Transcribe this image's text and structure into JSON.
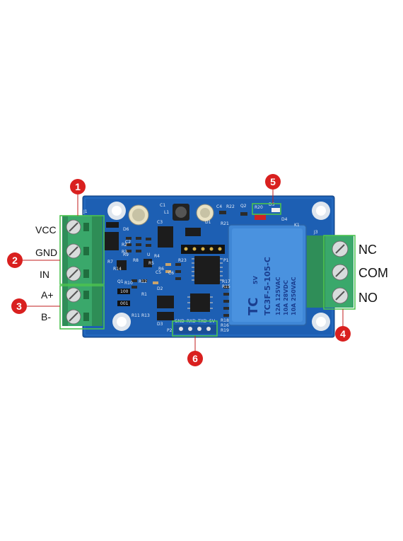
{
  "board": {
    "colors": {
      "pcb": "#1d5fb3",
      "terminal": "#3aa86b",
      "relay": "#3f87d6",
      "callout": "#d9201f",
      "highlight": "#4cc34f"
    },
    "silkscreen": {
      "j1": "J1",
      "j3": "J3",
      "k1": "K1",
      "p1": "P1",
      "p2": "P2",
      "c1": "C1",
      "c2": "C2",
      "c3": "C3",
      "c4": "C4",
      "c5": "C5",
      "c6": "C6",
      "d1": "D1",
      "d2": "D2",
      "d3": "D3",
      "d4": "D4",
      "d5": "D5",
      "d6": "D6",
      "l1": "L1",
      "q1": "Q1",
      "q2": "Q2",
      "r1": "R1",
      "r2": "R2",
      "r3": "R3",
      "r4": "R4",
      "r5": "R5",
      "r6": "R6",
      "r7": "R7",
      "r8": "R8",
      "r9": "R9",
      "r10": "R10",
      "r11": "R11",
      "r12": "R12",
      "r13": "R13",
      "r14": "R14",
      "r15": "R15",
      "r16": "R16",
      "r17": "R17",
      "r18": "R18",
      "r19": "R19",
      "r20": "R20",
      "r21": "R21",
      "r22": "R22",
      "r23": "R23",
      "res100": "100",
      "res001": "001",
      "u_marker": "U"
    },
    "header_pins": {
      "gnd": "GND",
      "rxd": "RXD",
      "txd": "TXD",
      "v5": "5V"
    },
    "relay": {
      "brand": "TC",
      "model": "TC3F-5-105-C",
      "coil": "5V",
      "rating1": "12A 125VAC",
      "rating2": "10A 28VDC",
      "rating3": "10A 250VAC"
    }
  },
  "labels": {
    "left": {
      "vcc": "VCC",
      "gnd": "GND",
      "in": "IN",
      "a_plus": "A+",
      "b_minus": "B-"
    },
    "right": {
      "nc": "NC",
      "com": "COM",
      "no": "NO"
    }
  },
  "callouts": {
    "c1": "1",
    "c2": "2",
    "c3": "3",
    "c4": "4",
    "c5": "5",
    "c6": "6"
  }
}
